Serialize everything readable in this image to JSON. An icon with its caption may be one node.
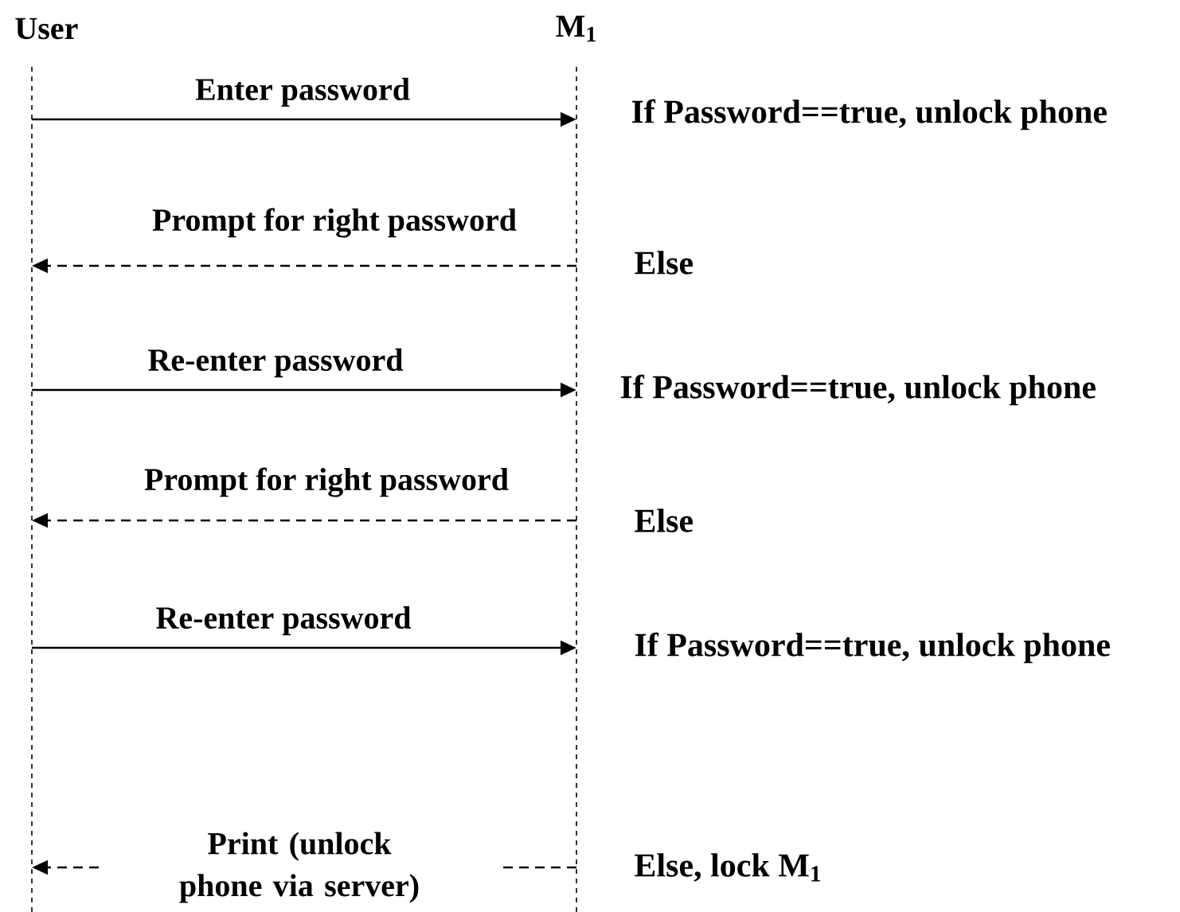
{
  "diagram": {
    "nodes": [
      {
        "text": [
          "User"
        ]
      },
      {
        "text": [
          "M$_{1}$"
        ]
      }
    ],
    "edges": [
      {
        "from": 0,
        "to": 1,
        "arrow": "to",
        "label": "Enter password"
      },
      {
        "from": 1,
        "to": 0,
        "arrow": "to",
        "style": "dashed",
        "label": "Prompt for right password"
      },
      {
        "from": 0,
        "to": 1,
        "arrow": "to",
        "label": "Re-enter password"
      },
      {
        "from": 1,
        "to": 0,
        "arrow": "to",
        "style": "dashed",
        "label": "Prompt for right password"
      },
      {
        "from": 0,
        "to": 1,
        "arrow": "to",
        "label": "Re-enter password"
      },
      {
        "from": 1,
        "to": 0,
        "arrow": "to",
        "style": "dashed",
        "label": "Print (unlock phone via server)"
      }
    ],
    "labels": [
      "If Password==true, unlock phone",
      "Else",
      "If Password==true, unlock phone",
      "Else",
      "If Password==true, unlock phone",
      "Else, lock M$_{1}$"
    ]
  }
}
